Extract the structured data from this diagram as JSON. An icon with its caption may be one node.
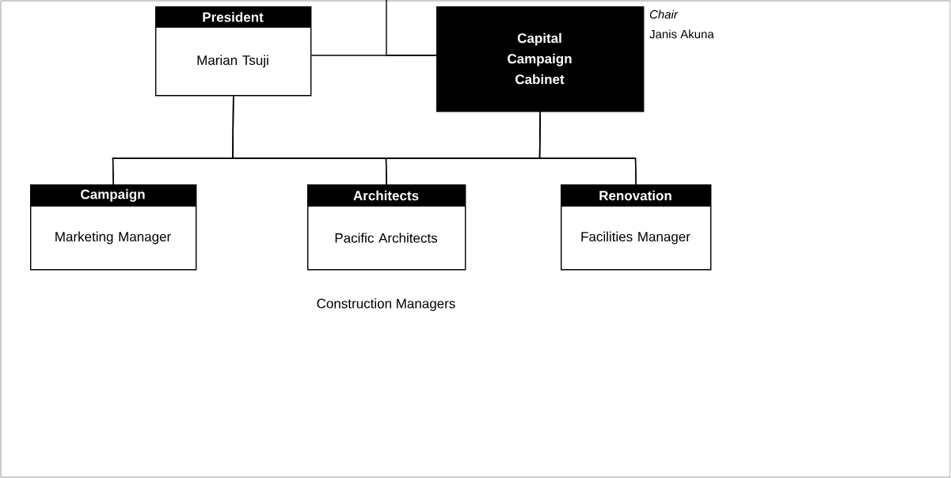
{
  "diagram": {
    "nodes": [
      {
        "text": [
          "President",
          "Marian Tsuji"
        ]
      },
      {
        "text": [
          "Capital Campaign Cabinet"
        ],
        "beside": [
          "Chair",
          "Janis Akuna"
        ]
      },
      {
        "text": [
          "Campaign",
          "Marketing Manager"
        ]
      },
      {
        "text": [
          "Architects",
          "Pacific Architects"
        ],
        "beside": [
          "Construction Managers"
        ]
      },
      {
        "text": [
          "Renovation",
          "Facilities Manager"
        ]
      }
    ],
    "edges": [
      {
        "from": 0,
        "to": 1,
        "arrow": "none"
      },
      {
        "from": null,
        "to": 1,
        "arrow": "none"
      },
      {
        "from": 0,
        "to": 2,
        "arrow": "none"
      },
      {
        "from": 0,
        "to": 3,
        "arrow": "none"
      },
      {
        "from": 0,
        "to": 4,
        "arrow": "none"
      },
      {
        "from": 1,
        "to": 2,
        "arrow": "none"
      },
      {
        "from": 1,
        "to": 3,
        "arrow": "none"
      },
      {
        "from": 1,
        "to": 4,
        "arrow": "none"
      }
    ]
  }
}
